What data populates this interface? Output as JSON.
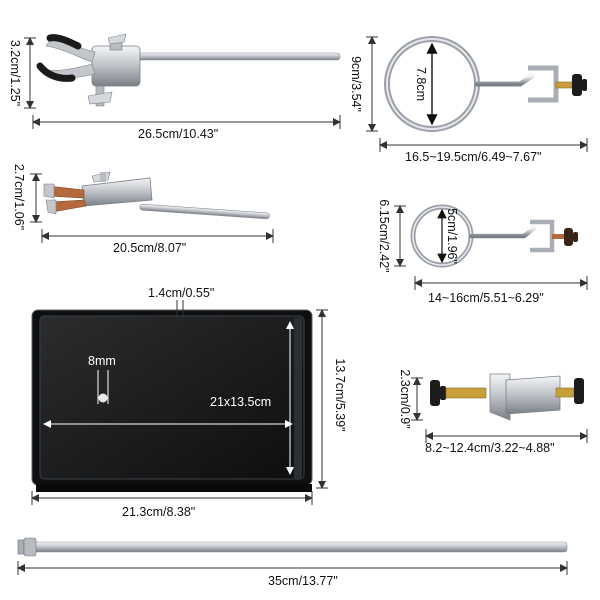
{
  "items": {
    "long_clamp": {
      "length_label": "26.5cm/10.43\"",
      "height_label": "3.2cm/1.25\""
    },
    "large_ring": {
      "width_label": "16.5~19.5cm/6.49~7.67\"",
      "height_label": "9cm/3.54\"",
      "inner_label": "7.8cm"
    },
    "short_clamp": {
      "length_label": "20.5cm/8.07\"",
      "height_label": "2.7cm/1.06\""
    },
    "small_ring": {
      "width_label": "14~16cm/5.51~6.29\"",
      "height_label": "6.15cm/2.42\"",
      "inner_label": "5cm/1.96\""
    },
    "base_plate": {
      "width_label": "21.3cm/8.38\"",
      "height_label": "13.7cm/5.39\"",
      "inner_label": "21x13.5cm",
      "hole_label": "8mm",
      "lip_label": "1.4cm/0.55\""
    },
    "boss_clamp": {
      "width_label": "8.2~12.4cm/3.22~4.88\"",
      "height_label": "2.3cm/0.9\""
    },
    "support_rod": {
      "length_label": "35cm/13.77\""
    }
  },
  "colors": {
    "metal": "#c9ccd1",
    "metal_dark": "#7d8288",
    "plate": "#151617",
    "grip": "#222222",
    "copper": "#b56a3d",
    "dim_line": "#333333"
  }
}
